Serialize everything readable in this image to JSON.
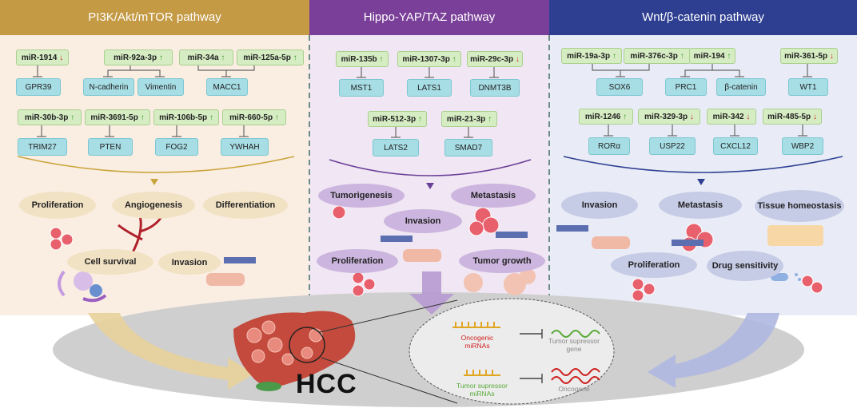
{
  "headers": {
    "pi3k": "PI3K/Akt/mTOR pathway",
    "hippo": "Hippo-YAP/TAZ pathway",
    "wnt": "Wnt/β-catenin pathway"
  },
  "pi3k": {
    "mirnas": [
      {
        "name": "miR-1914",
        "arrow": "↓"
      },
      {
        "name": "miR-92a-3p",
        "arrow": "↑"
      },
      {
        "name": "miR-34a",
        "arrow": "↑"
      },
      {
        "name": "miR-125a-5p",
        "arrow": "↑"
      },
      {
        "name": "miR-30b-3p",
        "arrow": "↑"
      },
      {
        "name": "miR-3691-5p",
        "arrow": "↑"
      },
      {
        "name": "miR-106b-5p",
        "arrow": "↑"
      },
      {
        "name": "miR-660-5p",
        "arrow": "↑"
      }
    ],
    "targets": [
      "GPR39",
      "N-cadherin",
      "Vimentin",
      "MACC1",
      "TRIM27",
      "PTEN",
      "FOG2",
      "YWHAH"
    ],
    "processes": [
      "Proliferation",
      "Angiogenesis",
      "Differentiation",
      "Cell survival",
      "Invasion"
    ]
  },
  "hippo": {
    "mirnas": [
      {
        "name": "miR-135b",
        "arrow": "↑"
      },
      {
        "name": "miR-1307-3p",
        "arrow": "↑"
      },
      {
        "name": "miR-29c-3p",
        "arrow": "↓"
      },
      {
        "name": "miR-512-3p",
        "arrow": "↑"
      },
      {
        "name": "miR-21-3p",
        "arrow": "↑"
      }
    ],
    "targets": [
      "MST1",
      "LATS1",
      "DNMT3B",
      "LATS2",
      "SMAD7"
    ],
    "processes": [
      "Tumorigenesis",
      "Metastasis",
      "Invasion",
      "Proliferation",
      "Tumor growth"
    ]
  },
  "wnt": {
    "mirnas": [
      {
        "name": "miR-19a-3p",
        "arrow": "↑"
      },
      {
        "name": "miR-376c-3p",
        "arrow": "↑"
      },
      {
        "name": "miR-194",
        "arrow": "↑"
      },
      {
        "name": "miR-361-5p",
        "arrow": "↓"
      },
      {
        "name": "miR-1246",
        "arrow": "↑"
      },
      {
        "name": "miR-329-3p",
        "arrow": "↓"
      },
      {
        "name": "miR-342",
        "arrow": "↓"
      },
      {
        "name": "miR-485-5p",
        "arrow": "↓"
      }
    ],
    "targets": [
      "SOX6",
      "PRC1",
      "β-catenin",
      "WT1",
      "RORα",
      "USP22",
      "CXCL12",
      "WBP2"
    ],
    "processes": [
      "Invasion",
      "Metastasis",
      "Tissue homeostasis",
      "Proliferation",
      "Drug sensitivity"
    ]
  },
  "bottom": {
    "hcc": "HCC",
    "oncogenic": "Oncogenic miRNAs",
    "tsg": "Tumor supressor gene",
    "supmir": "Tumor supressor miRNAs",
    "oncogene": "Oncogene"
  },
  "colors": {
    "pi3k_header": "#c49a45",
    "hippo_header": "#7a3f98",
    "wnt_header": "#2e3f92",
    "mirna_box": "#d6ecc3",
    "target_box": "#a7dde4",
    "up_arrow": "#3a9a2a",
    "down_arrow": "#d02020"
  }
}
